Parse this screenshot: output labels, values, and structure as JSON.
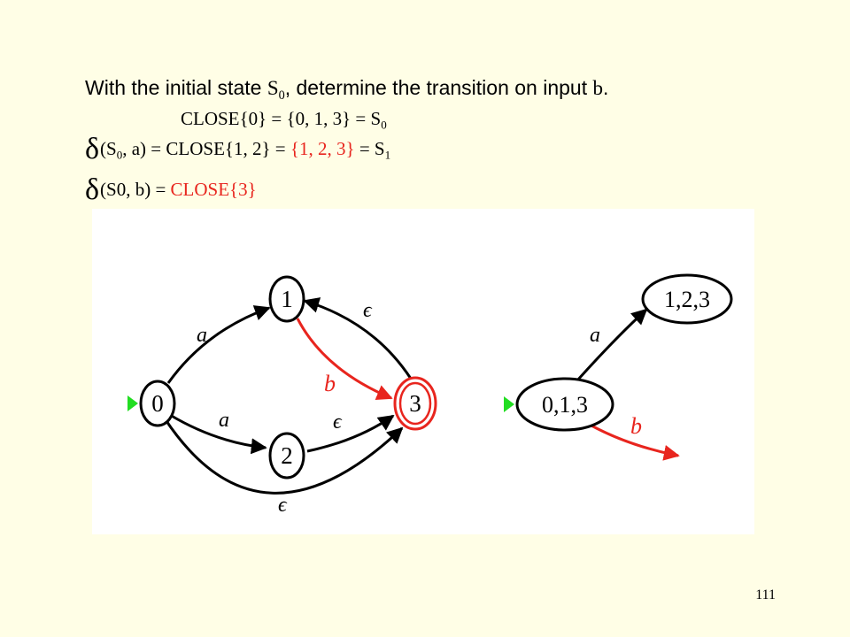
{
  "text": {
    "line1": {
      "p1": "With the initial state ",
      "s": "S",
      "sub": "0",
      "p2": ", determine the transition on input ",
      "b": "b",
      "p3": "."
    },
    "line2": {
      "p1": "CLOSE{0} = {0, 1, 3} = S",
      "sub": "0"
    },
    "line3": {
      "delta": "δ",
      "p1": "(S",
      "sub1": "0",
      "p2": ", a) = CLOSE{1, 2} = ",
      "red": "{1, 2, 3}",
      "p3": " = S",
      "sub2": "1"
    },
    "line4": {
      "delta": "δ",
      "p1": "(S0, b) = ",
      "red": "CLOSE{3}"
    }
  },
  "nfa": {
    "states": [
      "0",
      "1",
      "2",
      "3"
    ],
    "edge_labels": {
      "zero_to_one": "a",
      "zero_to_two": "a",
      "three_to_one": "ϵ",
      "two_to_three": "ϵ",
      "zero_to_three": "ϵ",
      "one_to_three": "b"
    }
  },
  "dfa": {
    "states": [
      "0,1,3",
      "1,2,3"
    ],
    "edge_labels": {
      "a": "a",
      "b": "b"
    }
  },
  "colors": {
    "background": "#fffee6",
    "highlight": "#e8251e",
    "start_marker": "#22dd22",
    "ink": "#000000"
  },
  "page_number": "111"
}
